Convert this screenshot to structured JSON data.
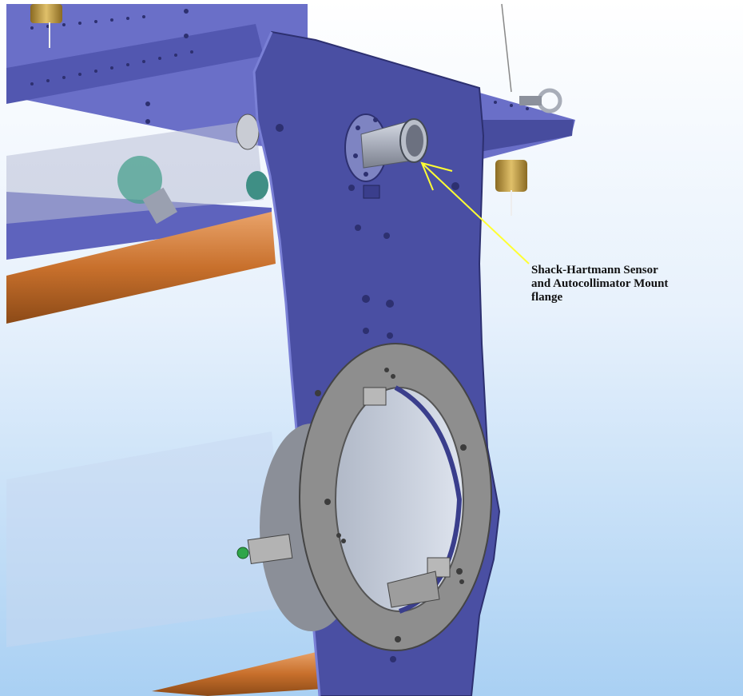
{
  "annotation": {
    "lines": [
      "Shack-Hartmann Sensor",
      "and Autocollimator Mount",
      "flange"
    ],
    "arrow_color": "#ffff33"
  },
  "colors": {
    "panel": "#4a4fa3",
    "panel_dark": "#3a3e8c",
    "frame_blue": "#6a6fc8",
    "rod_orange": "#c8702c",
    "ring_gray": "#8e8e8e",
    "background_top": "#ffffff",
    "background_bottom": "#a9d0f3"
  }
}
